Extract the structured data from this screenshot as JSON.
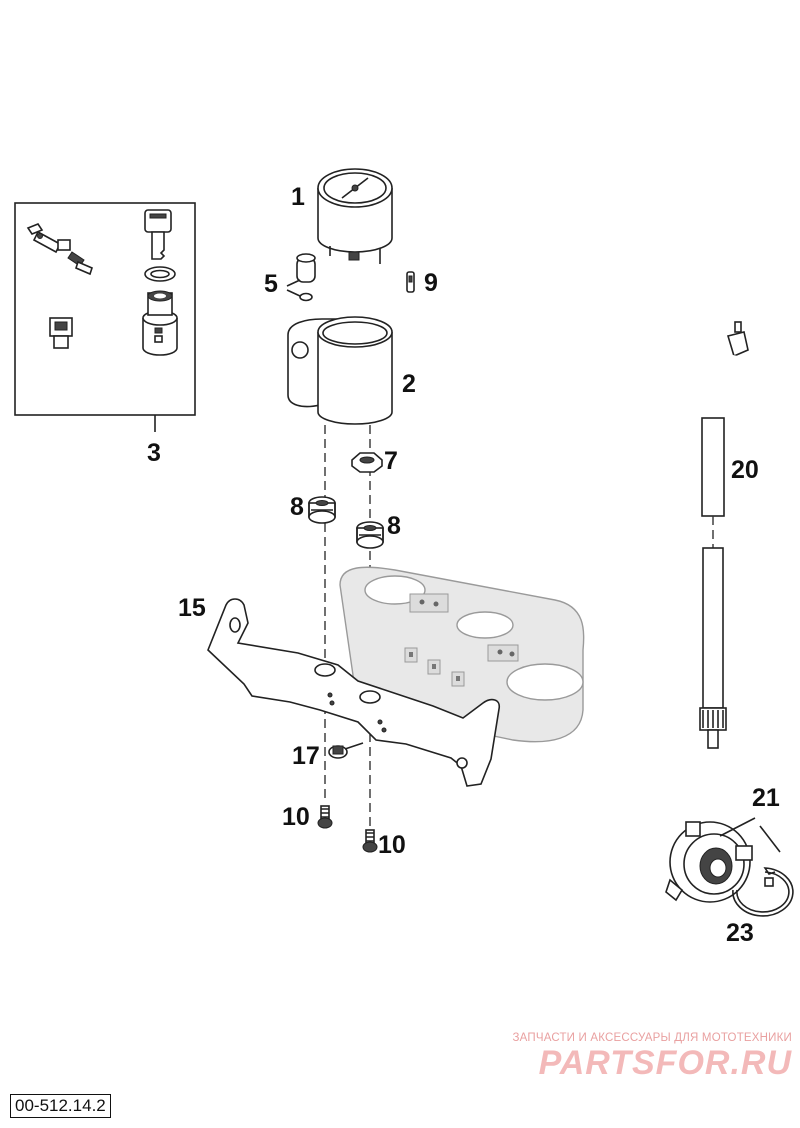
{
  "drawing_code": "00-512.14.2",
  "watermark": {
    "tagline": "ЗАПЧАСТИ И АКСЕССУАРЫ ДЛЯ МОТОТЕХНИКИ",
    "logo": "PARTSFOR.RU"
  },
  "callouts": [
    {
      "id": "c1",
      "label": "1"
    },
    {
      "id": "c2",
      "label": "2"
    },
    {
      "id": "c3",
      "label": "3"
    },
    {
      "id": "c5",
      "label": "5"
    },
    {
      "id": "c7",
      "label": "7"
    },
    {
      "id": "c8a",
      "label": "8"
    },
    {
      "id": "c8b",
      "label": "8"
    },
    {
      "id": "c9",
      "label": "9"
    },
    {
      "id": "c10a",
      "label": "10"
    },
    {
      "id": "c10b",
      "label": "10"
    },
    {
      "id": "c15",
      "label": "15"
    },
    {
      "id": "c17",
      "label": "17"
    },
    {
      "id": "c20",
      "label": "20"
    },
    {
      "id": "c21",
      "label": "21"
    },
    {
      "id": "c23",
      "label": "23"
    }
  ]
}
